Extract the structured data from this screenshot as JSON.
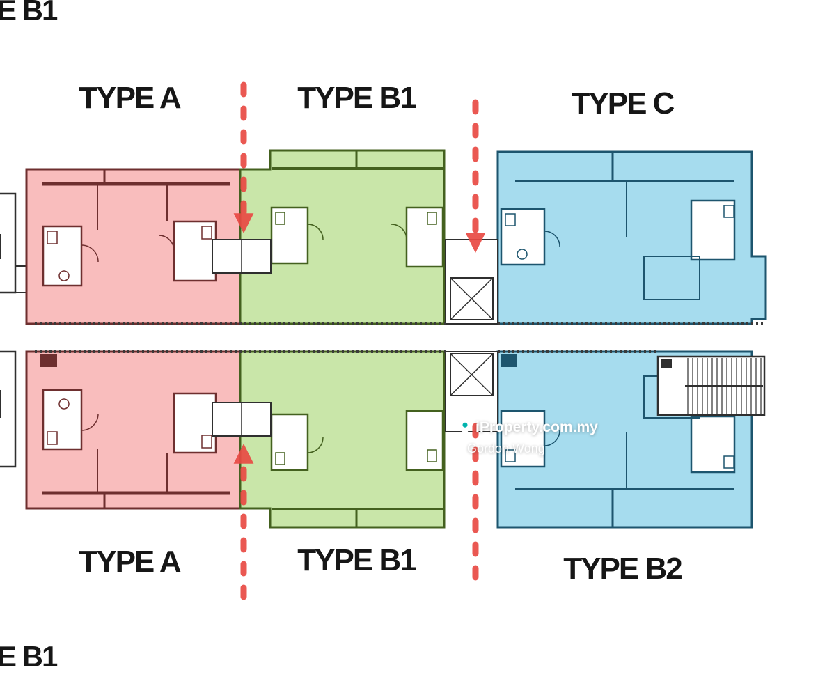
{
  "plan": {
    "corner_label_top_left": "E B1",
    "corner_label_bottom_left": "E B1",
    "upper_row_labels": [
      "TYPE A",
      "TYPE B1",
      "TYPE C"
    ],
    "lower_row_labels": [
      "TYPE A",
      "TYPE B1",
      "TYPE B2"
    ]
  },
  "watermark": {
    "brand": "iProperty.com.my",
    "agent": "Gordon Wong"
  },
  "colors": {
    "background": "#ffffff",
    "type_a_fill": "#f9bdbd",
    "type_a_wall": "#6e2f2f",
    "type_b1_fill": "#c9e6a9",
    "type_b1_wall": "#44611f",
    "type_c_fill": "#a6dcee",
    "type_c_wall": "#1d556e",
    "plan_ink": "#2f2f2f",
    "arrow_red": "#e94a44",
    "watermark_teal": "#00b3ad"
  }
}
